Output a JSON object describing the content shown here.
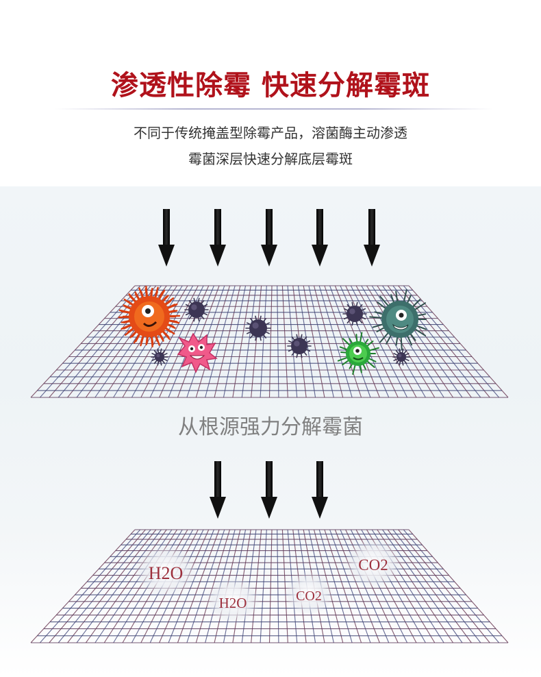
{
  "title": "渗透性除霉 快速分解霉斑",
  "subtitle_lines": [
    "不同于传统掩盖型除霉产品，溶菌酶主动渗透",
    "霉菌深层快速分解底层霉斑"
  ],
  "middle_caption": "从根源强力分解霉菌",
  "molecules": {
    "h2o_1": "H2O",
    "h2o_2": "H2O",
    "co2_1": "CO2",
    "co2_2": "CO2"
  },
  "colors": {
    "title_red": "#b0121b",
    "mesh_line": "#3a3f70",
    "arrow": "#111111",
    "molecule_text": "#9c2f3c"
  },
  "icons": {
    "arrow": "arrow-down-icon",
    "mold": "mold-spore-icon"
  }
}
